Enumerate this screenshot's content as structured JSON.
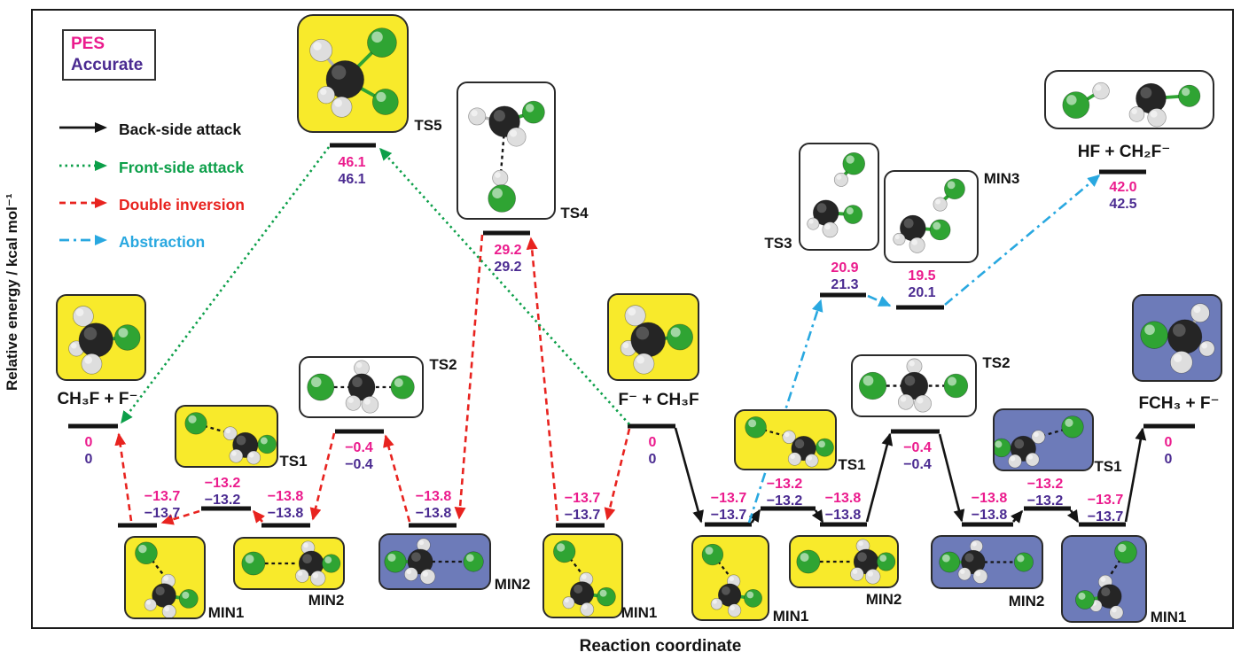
{
  "figure": {
    "ylabel": "Relative energy / kcal mol⁻¹",
    "xlabel": "Reaction coordinate"
  },
  "legend": {
    "methods": [
      {
        "id": "pes",
        "label": "PES",
        "color": "#eb1b8d"
      },
      {
        "id": "accurate",
        "label": "Accurate",
        "color": "#4b2b91"
      }
    ],
    "pathways": [
      {
        "id": "backside",
        "label": "Back-side attack",
        "color": "#141414",
        "style": "solid"
      },
      {
        "id": "frontside",
        "label": "Front-side attack",
        "color": "#0c9f49",
        "style": "dotted"
      },
      {
        "id": "double_inversion",
        "label": "Double inversion",
        "color": "#e8231f",
        "style": "dashed"
      },
      {
        "id": "abstraction",
        "label": "Abstraction",
        "color": "#29a8e0",
        "style": "dash-dot"
      }
    ]
  },
  "species": {
    "left_product": "CH₃F + F⁻",
    "center_reactant": "F⁻ + CH₃F",
    "right_product": "FCH₃ + F⁻",
    "abstraction_product": "HF + CH₂F⁻"
  },
  "stationary_labels": {
    "ts1": "TS1",
    "ts2": "TS2",
    "ts3": "TS3",
    "ts4": "TS4",
    "ts5": "TS5",
    "min1": "MIN1",
    "min2": "MIN2",
    "min3": "MIN3"
  },
  "energies": {
    "left_product": {
      "pes": "0",
      "accurate": "0"
    },
    "left_min1": {
      "pes": "−13.7",
      "accurate": "−13.7"
    },
    "left_ts1": {
      "pes": "−13.2",
      "accurate": "−13.2"
    },
    "left_min2": {
      "pes": "−13.8",
      "accurate": "−13.8"
    },
    "left_ts2": {
      "pes": "−0.4",
      "accurate": "−0.4"
    },
    "left_min2_inv": {
      "pes": "−13.8",
      "accurate": "−13.8"
    },
    "ts4": {
      "pes": "29.2",
      "accurate": "29.2"
    },
    "ts5": {
      "pes": "46.1",
      "accurate": "46.1"
    },
    "center_min1": {
      "pes": "−13.7",
      "accurate": "−13.7"
    },
    "center_reactant": {
      "pes": "0",
      "accurate": "0"
    },
    "right_min1": {
      "pes": "−13.7",
      "accurate": "−13.7"
    },
    "right_ts1": {
      "pes": "−13.2",
      "accurate": "−13.2"
    },
    "right_min2": {
      "pes": "−13.8",
      "accurate": "−13.8"
    },
    "right_ts2": {
      "pes": "−0.4",
      "accurate": "−0.4"
    },
    "right_min2_inv": {
      "pes": "−13.8",
      "accurate": "−13.8"
    },
    "right_ts1_inv": {
      "pes": "−13.2",
      "accurate": "−13.2"
    },
    "right_min1_inv": {
      "pes": "−13.7",
      "accurate": "−13.7"
    },
    "right_product": {
      "pes": "0",
      "accurate": "0"
    },
    "ts3": {
      "pes": "20.9",
      "accurate": "21.3"
    },
    "min3": {
      "pes": "19.5",
      "accurate": "20.1"
    },
    "abstraction_product": {
      "pes": "42.0",
      "accurate": "42.5"
    }
  },
  "chart_data": {
    "type": "line",
    "subtype": "potential_energy_diagram",
    "title": "",
    "xlabel": "Reaction coordinate",
    "ylabel": "Relative energy / kcal mol⁻¹",
    "units": "kcal/mol",
    "series_labels": [
      "PES",
      "Accurate"
    ],
    "pathways": [
      {
        "name": "Back-side attack",
        "stations": [
          "F⁻ + CH₃F",
          "MIN1",
          "TS1",
          "MIN2",
          "TS2",
          "MIN2",
          "TS1",
          "MIN1",
          "FCH₃ + F⁻"
        ],
        "PES": [
          0,
          -13.7,
          -13.2,
          -13.8,
          -0.4,
          -13.8,
          -13.2,
          -13.7,
          0
        ],
        "Accurate": [
          0,
          -13.7,
          -13.2,
          -13.8,
          -0.4,
          -13.8,
          -13.2,
          -13.7,
          0
        ]
      },
      {
        "name": "Front-side attack",
        "stations": [
          "F⁻ + CH₃F",
          "TS5",
          "CH₃F + F⁻"
        ],
        "PES": [
          0,
          46.1,
          0
        ],
        "Accurate": [
          0,
          46.1,
          0
        ]
      },
      {
        "name": "Double inversion",
        "stations": [
          "F⁻ + CH₃F",
          "MIN1",
          "TS4",
          "MIN2",
          "TS2",
          "MIN2",
          "TS1",
          "MIN1",
          "CH₃F + F⁻"
        ],
        "PES": [
          0,
          -13.7,
          29.2,
          -13.8,
          -0.4,
          -13.8,
          -13.2,
          -13.7,
          0
        ],
        "Accurate": [
          0,
          -13.7,
          29.2,
          -13.8,
          -0.4,
          -13.8,
          -13.2,
          -13.7,
          0
        ]
      },
      {
        "name": "Abstraction",
        "stations": [
          "MIN1",
          "TS3",
          "MIN3",
          "HF + CH₂F⁻"
        ],
        "PES": [
          -13.7,
          20.9,
          19.5,
          42.0
        ],
        "Accurate": [
          -13.7,
          21.3,
          20.1,
          42.5
        ]
      }
    ]
  }
}
